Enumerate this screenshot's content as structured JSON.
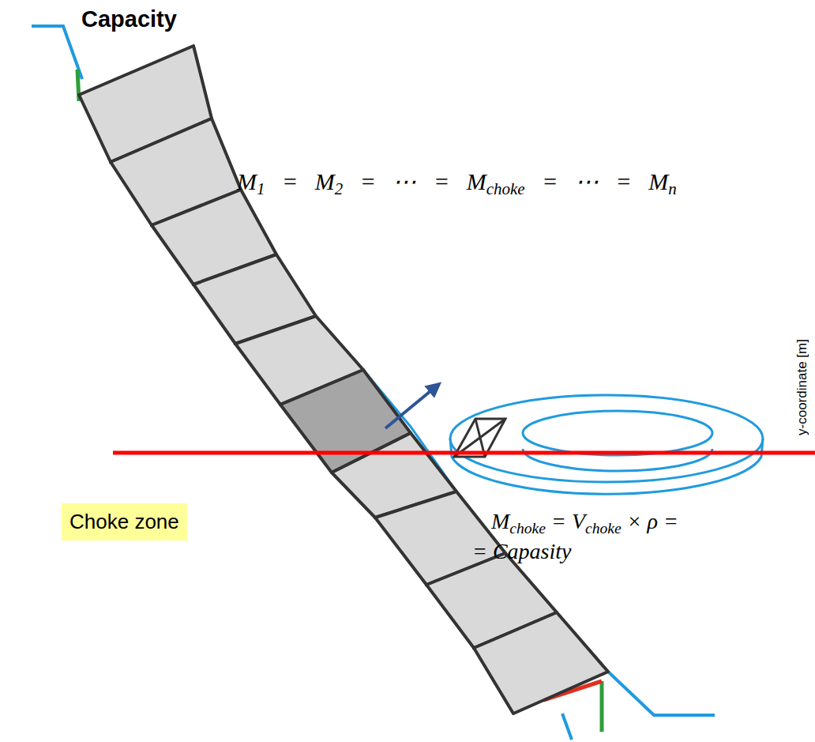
{
  "diagram": {
    "title": "Capacity",
    "nodes": [
      {
        "text": [
          "Choke zone"
        ]
      }
    ],
    "edges": [],
    "labels": [
      "M1 = M2 = ⋯ = Mchoke = ⋯ = Mn",
      "Mchoke = Vchoke × ρ =",
      "= Capasity",
      "y-coordinate [m]"
    ]
  }
}
